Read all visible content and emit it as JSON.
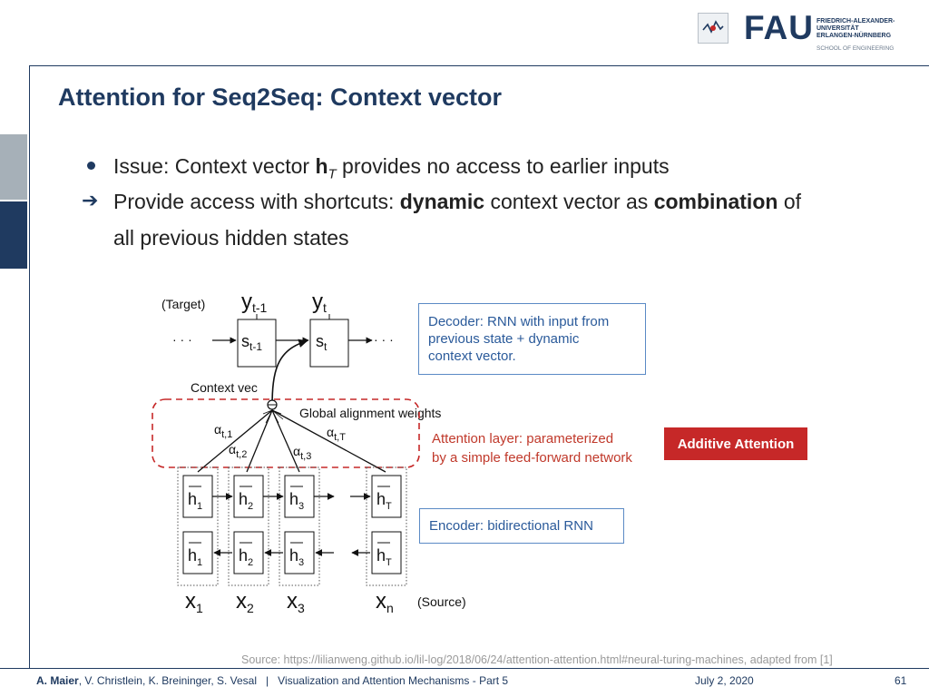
{
  "header": {
    "logo_main": "FAU",
    "university_lines": [
      "FRIEDRICH-ALEXANDER-",
      "UNIVERSITÄT",
      "ERLANGEN-NÜRNBERG"
    ],
    "school": "SCHOOL OF ENGINEERING"
  },
  "slide": {
    "title": "Attention for Seq2Seq: Context vector",
    "bullet1_prefix": "Issue: Context vector ",
    "bullet1_symbol": "h",
    "bullet1_subscript": "T",
    "bullet1_suffix": " provides no access to earlier inputs",
    "bullet2_part1": "Provide access with shortcuts: ",
    "bullet2_bold1": "dynamic",
    "bullet2_part2": " context vector as ",
    "bullet2_bold2": "combination",
    "bullet2_part3": " of",
    "bullet2_line2": "all previous hidden states"
  },
  "diagram": {
    "target_label": "(Target)",
    "source_label": "(Source)",
    "context_vec_label": "Context vec",
    "global_alignment_label": "Global alignment weights",
    "decoder_box": [
      "Decoder: RNN with input from",
      "previous state + dynamic",
      "context vector."
    ],
    "attention_layer_text": [
      "Attention layer: parameterized",
      "by a simple feed-forward network"
    ],
    "additive_label": "Additive Attention",
    "encoder_box": "Encoder: bidirectional RNN",
    "dots": "· · ·"
  },
  "footer": {
    "source": "Source: https://lilianweng.github.io/lil-log/2018/06/24/attention-attention.html#neural-turing-machines, adapted from [1]",
    "authors_bold": "A. Maier",
    "authors_rest": ", V. Christlein, K. Breininger, S. Vesal",
    "separator": "|",
    "course": "Visualization and Attention Mechanisms - Part 5",
    "date": "July 2, 2020",
    "page": "61"
  },
  "colors": {
    "primary": "#1f3a60",
    "accent_red": "#c62828",
    "blue_box": "#5b8ac5"
  }
}
